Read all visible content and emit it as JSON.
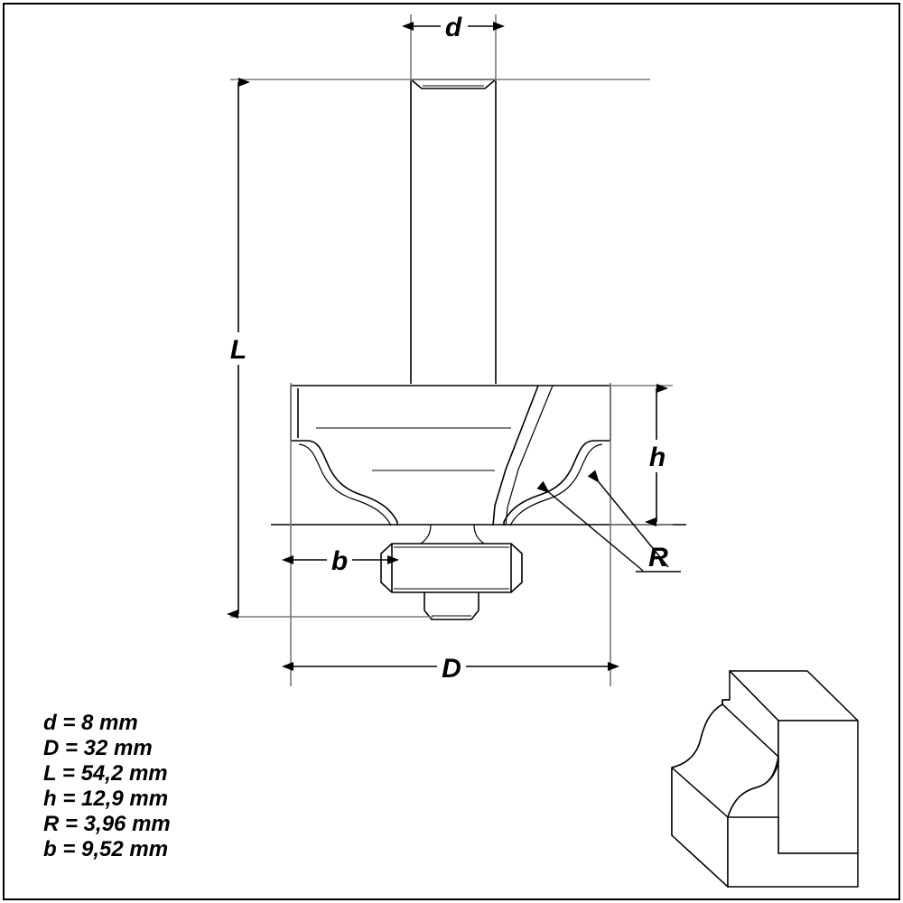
{
  "drawing": {
    "title": "Router bit ogee profile cutter technical drawing",
    "line_color": "#000000",
    "extension_color": "#7a7a7a",
    "background": "#ffffff"
  },
  "dimension_labels": {
    "shank_diameter": "d",
    "cutter_diameter": "D",
    "overall_length": "L",
    "cutting_height": "h",
    "radius": "R",
    "bearing_offset": "b"
  },
  "specifications": [
    {
      "symbol": "d",
      "equals": "=",
      "value": "8 mm",
      "line": "d = 8 mm"
    },
    {
      "symbol": "D",
      "equals": "=",
      "value": "32 mm",
      "line": "D = 32 mm"
    },
    {
      "symbol": "L",
      "equals": "=",
      "value": "54,2 mm",
      "line": "L = 54,2 mm"
    },
    {
      "symbol": "h",
      "equals": "=",
      "value": "12,9 mm",
      "line": "h = 12,9 mm"
    },
    {
      "symbol": "R",
      "equals": "=",
      "value": "3,96 mm",
      "line": "R = 3,96 mm"
    },
    {
      "symbol": "b",
      "equals": "=",
      "value": "9,52 mm",
      "line": "b = 9,52 mm"
    }
  ],
  "profile_sample": {
    "name": "ogee-profile-sample",
    "description": "isometric block with machined ogee edge"
  }
}
